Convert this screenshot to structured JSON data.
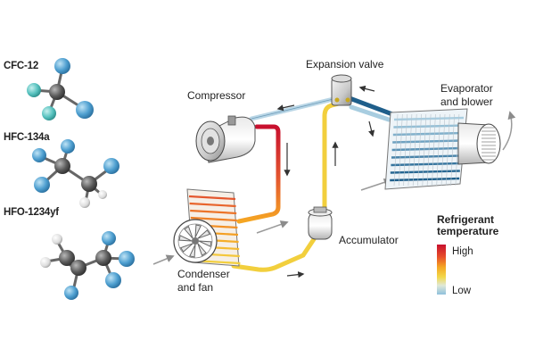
{
  "molecules": [
    {
      "name": "CFC-12"
    },
    {
      "name": "HFC-134a"
    },
    {
      "name": "HFO-1234yf"
    }
  ],
  "components": {
    "expansion_valve": "Expansion valve",
    "compressor": "Compressor",
    "evaporator_line1": "Evaporator",
    "evaporator_line2": "and blower",
    "accumulator": "Accumulator",
    "condenser_line1": "Condenser",
    "condenser_line2": "and fan"
  },
  "legend": {
    "title_line1": "Refrigerant",
    "title_line2": "temperature",
    "high": "High",
    "low": "Low"
  },
  "colors": {
    "hot": "#c8102e",
    "warm": "#f5a623",
    "neutral": "#f2d84a",
    "cool": "#a8cde0",
    "cold": "#1f5f8b",
    "fluorine": "#5aa9d6",
    "carbon": "#555555",
    "hydrogen": "#e8e8e8",
    "chlorine": "#5fc7c4"
  }
}
